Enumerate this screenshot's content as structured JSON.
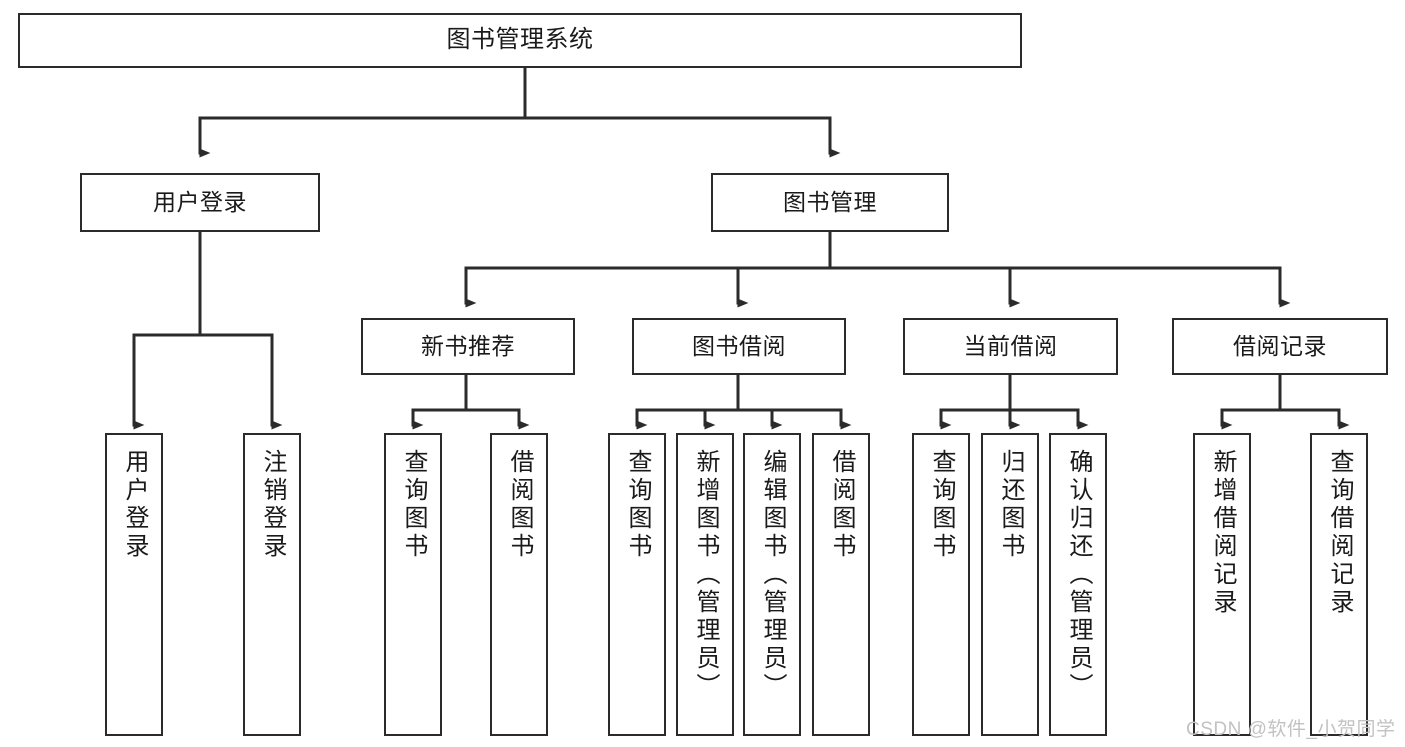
{
  "diagram": {
    "title": "图书管理系统",
    "type": "hierarchy-tree",
    "root": {
      "label": "图书管理系统"
    },
    "level2": [
      {
        "label": "用户登录"
      },
      {
        "label": "图书管理"
      }
    ],
    "level3": [
      {
        "label": "新书推荐"
      },
      {
        "label": "图书借阅"
      },
      {
        "label": "当前借阅"
      },
      {
        "label": "借阅记录"
      }
    ],
    "leaves": {
      "user_login": [
        {
          "label": "用户登录"
        },
        {
          "label": "注销登录"
        }
      ],
      "new_book_recommend": [
        {
          "label": "查询图书"
        },
        {
          "label": "借阅图书"
        }
      ],
      "book_borrow": [
        {
          "label": "查询图书"
        },
        {
          "label": "新增图书（管理员）"
        },
        {
          "label": "编辑图书（管理员）"
        },
        {
          "label": "借阅图书"
        }
      ],
      "current_borrow": [
        {
          "label": "查询图书"
        },
        {
          "label": "归还图书"
        },
        {
          "label": "确认归还（管理员）"
        }
      ],
      "borrow_record": [
        {
          "label": "新增借阅记录"
        },
        {
          "label": "查询借阅记录"
        }
      ]
    }
  },
  "watermark": {
    "text": "CSDN @软件_小贺同学"
  },
  "colors": {
    "stroke": "#2b2b2b",
    "background": "#ffffff",
    "text": "#1a1a1a",
    "watermark": "#c2c2c2"
  }
}
